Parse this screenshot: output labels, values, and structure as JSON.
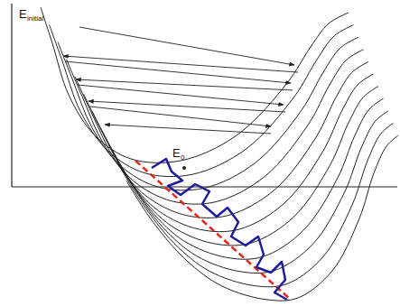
{
  "diagram": {
    "labels": [
      "E",
      "initial",
      "E",
      "0"
    ]
  }
}
